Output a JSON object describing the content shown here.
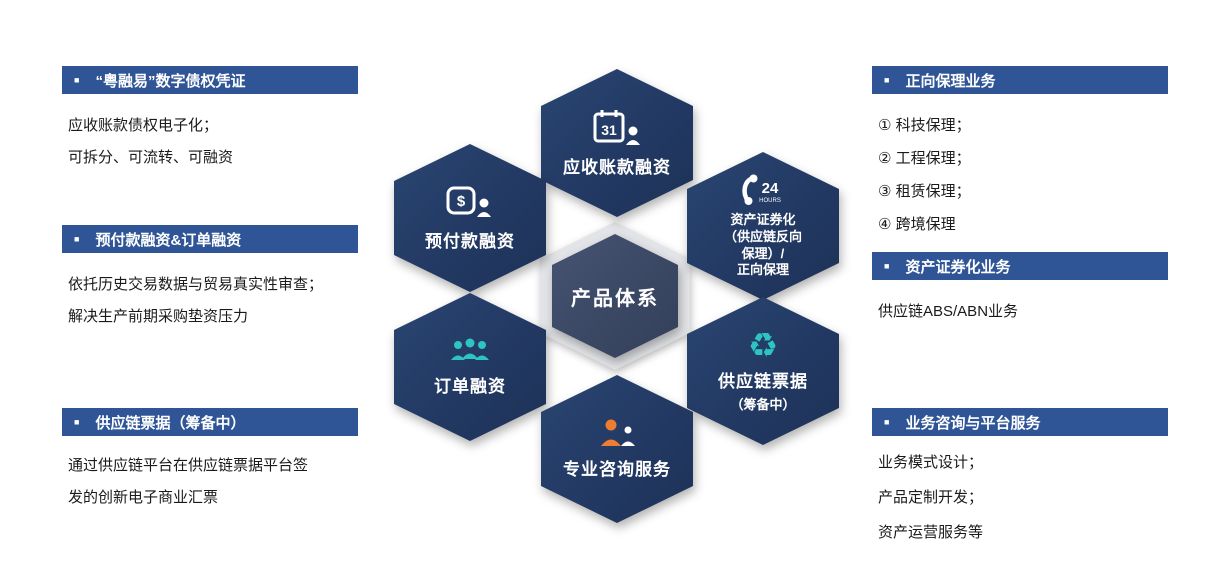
{
  "bullet": "■",
  "colors": {
    "header_bar": "#2F5597",
    "hexagon": "#223963",
    "hexagon_center": "#3A4763",
    "ring": "#E2E4E7",
    "teal": "#2EC4C6",
    "orange": "#ED7D31"
  },
  "left_panels": [
    {
      "title": "“粤融易”数字债权凭证",
      "lines": [
        "应收账款债权电子化；",
        "可拆分、可流转、可融资"
      ]
    },
    {
      "title": "预付款融资&订单融资",
      "lines": [
        "依托历史交易数据与贸易真实性审查；",
        "解决生产前期采购垫资压力"
      ]
    },
    {
      "title": "供应链票据（筹备中）",
      "lines": [
        "通过供应链平台在供应链票据平台签",
        "发的创新电子商业汇票"
      ]
    }
  ],
  "right_panels": [
    {
      "title": "正向保理业务",
      "lines": [
        "① 科技保理；",
        "② 工程保理；",
        "③ 租赁保理；",
        "④ 跨境保理"
      ]
    },
    {
      "title": "资产证券化业务",
      "lines": [
        "供应链ABS/ABN业务"
      ]
    },
    {
      "title": "业务咨询与平台服务",
      "lines": [
        "业务模式设计；",
        "产品定制开发；",
        "资产运营服务等"
      ]
    }
  ],
  "diagram": {
    "center": {
      "label": "产品体系"
    },
    "hex_top": {
      "label": "应收账款融资",
      "icon": "calendar-31-icon",
      "icon_text": "31"
    },
    "hex_top_left": {
      "label": "预付款融资",
      "icon": "dollar-person-icon",
      "icon_text": "$"
    },
    "hex_top_right": {
      "line1": "资产证券化",
      "line2": "（供应链反向",
      "line3": "保理）/",
      "line4": "正向保理",
      "icon": "phone-24h-icon",
      "icon_text": "24",
      "icon_sub": "HOURS"
    },
    "hex_bottom_left": {
      "label": "订单融资",
      "icon": "team-icon"
    },
    "hex_bottom_right": {
      "label": "供应链票据",
      "sub": "（筹备中）",
      "icon": "recycle-icon",
      "glyph": "♻"
    },
    "hex_bottom": {
      "label": "专业咨询服务",
      "icon": "consult-people-icon"
    }
  }
}
